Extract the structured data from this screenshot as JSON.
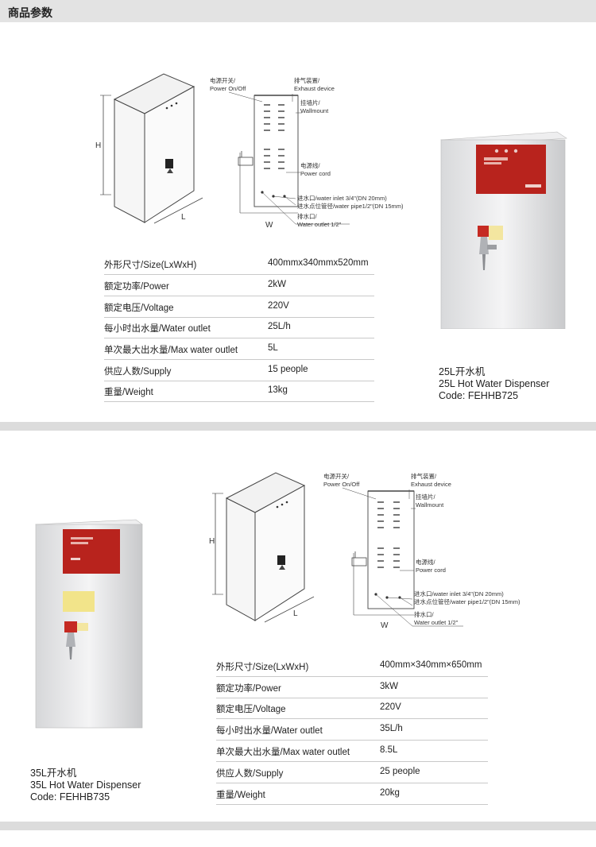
{
  "header": {
    "title": "商品参数"
  },
  "products": [
    {
      "name_cn": "25L开水机",
      "name_en": "25L Hot Water Dispenser",
      "code": "Code: FEHHB725",
      "specs": [
        {
          "label": "外形尺寸/Size(LxWxH)",
          "value": "400mmx340mmx520mm"
        },
        {
          "label": "额定功率/Power",
          "value": "2kW"
        },
        {
          "label": "额定电压/Voltage",
          "value": "220V"
        },
        {
          "label": "每小时出水量/Water outlet",
          "value": "25L/h"
        },
        {
          "label": "单次最大出水量/Max water outlet",
          "value": "5L"
        },
        {
          "label": "供应人数/Supply",
          "value": "15 people"
        },
        {
          "label": "重量/Weight",
          "value": "13kg"
        }
      ],
      "diagram": {
        "power_cn": "电源开关/",
        "power_en": "Power On/Off",
        "exhaust_cn": "排气装置/",
        "exhaust_en": "Exhaust device",
        "wall_cn": "挂墙片/",
        "wall_en": "Wallmount",
        "cord_cn": "电源线/",
        "cord_en": "Power cord",
        "inlet": "进水口/water inlet 3/4\"(DN 20mm)",
        "pipe": "进水点位管径/water pipe1/2\"(DN 15mm)",
        "outlet_cn": "排水口/",
        "outlet_en": "Water outlet 1/2\"",
        "dim_h": "H",
        "dim_l": "L",
        "dim_w": "W"
      }
    },
    {
      "name_cn": "35L开水机",
      "name_en": "35L Hot Water Dispenser",
      "code": "Code: FEHHB735",
      "specs": [
        {
          "label": "外形尺寸/Size(LxWxH)",
          "value": "400mm×340mm×650mm"
        },
        {
          "label": "额定功率/Power",
          "value": "3kW"
        },
        {
          "label": "额定电压/Voltage",
          "value": "220V"
        },
        {
          "label": "每小时出水量/Water outlet",
          "value": "35L/h"
        },
        {
          "label": "单次最大出水量/Max water outlet",
          "value": "8.5L"
        },
        {
          "label": "供应人数/Supply",
          "value": "25 people"
        },
        {
          "label": "重量/Weight",
          "value": "20kg"
        }
      ],
      "diagram": {
        "power_cn": "电源开关/",
        "power_en": "Power On/Off",
        "exhaust_cn": "排气装置/",
        "exhaust_en": "Exhaust device",
        "wall_cn": "挂墙片/",
        "wall_en": "Wallmount",
        "cord_cn": "电源线/",
        "cord_en": "Power cord",
        "inlet": "进水口/water inlet 3/4\"(DN 20mm)",
        "pipe": "进水点位管径/water pipe1/2\"(DN 15mm)",
        "outlet_cn": "排水口/",
        "outlet_en": "Water outlet 1/2\"",
        "dim_h": "H",
        "dim_l": "L",
        "dim_w": "W"
      }
    }
  ]
}
